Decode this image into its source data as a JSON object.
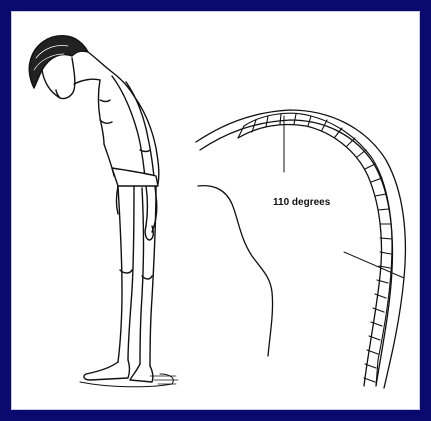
{
  "figure": {
    "angle_label": "110 degrees",
    "frame_color": "#0a0a6e",
    "line_color": "#111111",
    "icons": [
      "bent-man-illustration",
      "spine-curvature-diagram"
    ]
  }
}
